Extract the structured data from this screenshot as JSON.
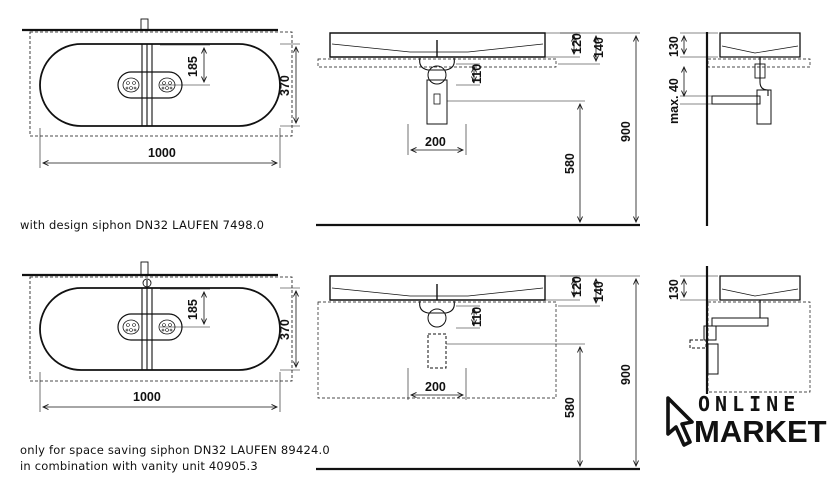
{
  "top_view_1": {
    "width_label": "1000",
    "depth_label": "370",
    "drain_label": "185"
  },
  "front_view_1": {
    "h120": "120",
    "h140": "140",
    "h110": "110",
    "w200": "200",
    "h580": "580",
    "h900": "900"
  },
  "side_view_1": {
    "h130": "130",
    "max40": "max. 40"
  },
  "caption_1": "with design siphon DN32 LAUFEN 7498.0",
  "top_view_2": {
    "width_label": "1000",
    "depth_label": "370",
    "drain_label": "185"
  },
  "front_view_2": {
    "h120": "120",
    "h140": "140",
    "h110": "110",
    "w200": "200",
    "h580": "580",
    "h900": "900"
  },
  "side_view_2": {
    "h130": "130"
  },
  "caption_2a": "only for space saving siphon DN32 LAUFEN 89424.0",
  "caption_2b": "in combination with vanity unit 40905.3",
  "logo": {
    "line1": "ONLINE",
    "line2": "MARKET"
  }
}
